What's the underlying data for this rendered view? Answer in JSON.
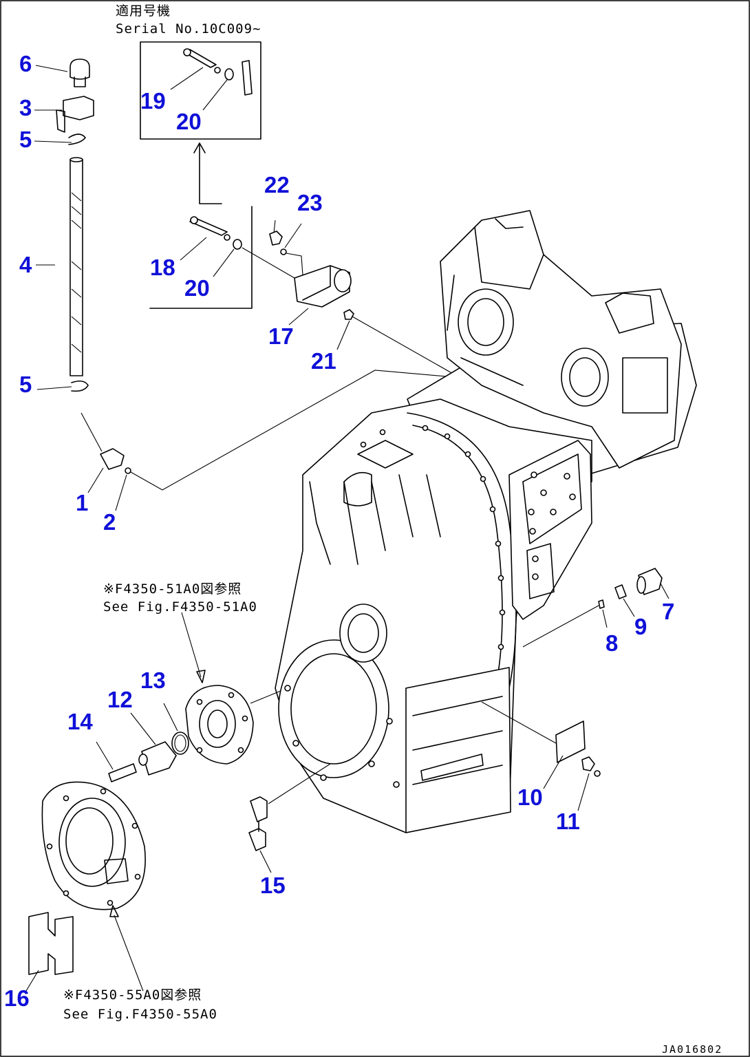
{
  "notes": {
    "serial_jp": "適用号機",
    "serial_en": "Serial No.10C009~",
    "see_51a0_jp": "※F4350-51A0図参照",
    "see_51a0_en": "See Fig.F4350-51A0",
    "see_55a0_jp": "※F4350-55A0図参照",
    "see_55a0_en": "See Fig.F4350-55A0"
  },
  "drawing_code": "JA016802",
  "callouts": [
    "1",
    "2",
    "3",
    "4",
    "5",
    "5",
    "6",
    "7",
    "8",
    "9",
    "10",
    "11",
    "12",
    "13",
    "14",
    "15",
    "16",
    "17",
    "18",
    "19",
    "20",
    "20",
    "21",
    "22",
    "23"
  ],
  "colors": {
    "callout": "#1010d8",
    "line": "#000000",
    "background": "#ffffff"
  }
}
